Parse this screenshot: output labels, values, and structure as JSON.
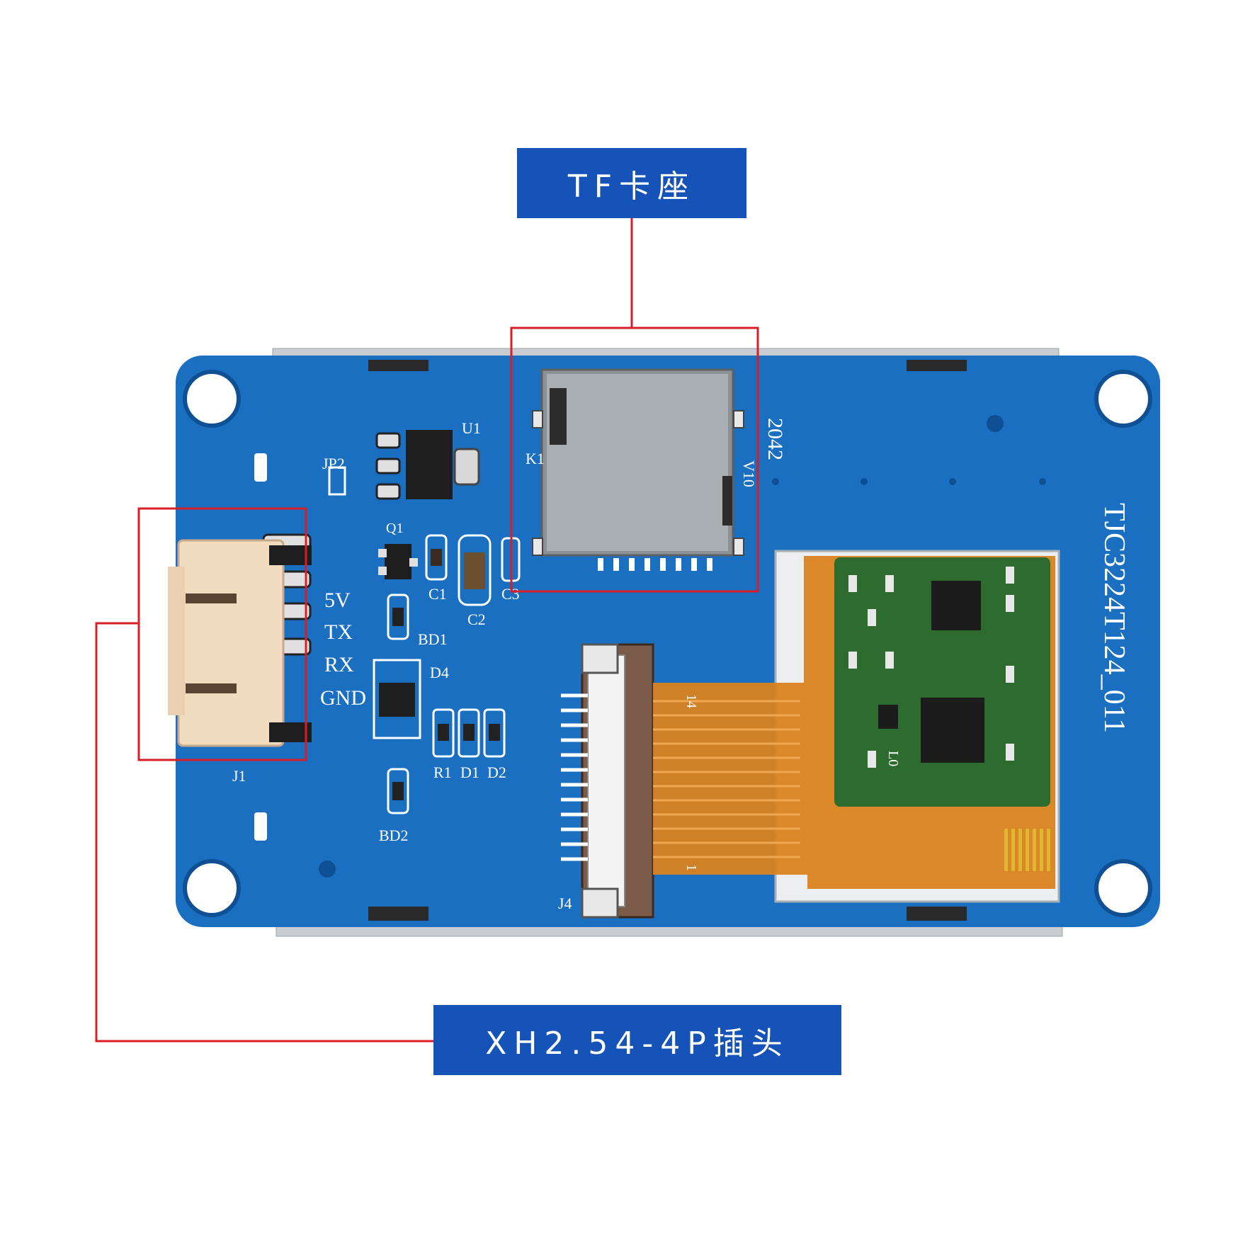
{
  "callouts": {
    "tf_slot": "TF卡座",
    "connector": "XH2.54-4P插头"
  },
  "board": {
    "model": "TJC3224T124_011",
    "pin_labels": [
      "5V",
      "TX",
      "RX",
      "GND"
    ],
    "refs": {
      "u1": "U1",
      "jp2": "JP2",
      "q1": "Q1",
      "c1": "C1",
      "c2": "C2",
      "c3": "C3",
      "bd1": "BD1",
      "bd2": "BD2",
      "d4": "D4",
      "r1": "R1",
      "d1": "D1",
      "d2": "D2",
      "j1": "J1",
      "j4": "J4",
      "k1": "K1",
      "v10": "V10",
      "code": "2042",
      "fpc_pin_14": "14",
      "fpc_pin_1": "1",
      "l0": "L0"
    }
  },
  "colors": {
    "pcb_blue": "#1a6fc0",
    "callout_blue": "#1553b8",
    "highlight_red": "#d81e28",
    "fpc_orange": "#d9821f",
    "ic_green": "#2d6b2e"
  }
}
